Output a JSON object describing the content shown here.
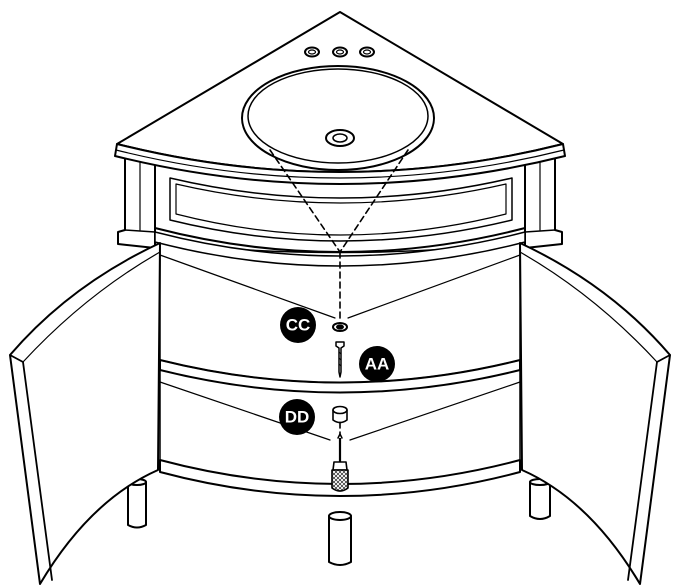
{
  "diagram": {
    "type": "assembly-illustration",
    "subject": "corner-vanity-cabinet",
    "callouts": [
      {
        "id": "cc",
        "label": "CC"
      },
      {
        "id": "aa",
        "label": "AA"
      },
      {
        "id": "dd",
        "label": "DD"
      }
    ]
  },
  "colors": {
    "line": "#000000",
    "fill": "#ffffff",
    "callout_bg": "#000000",
    "callout_text": "#ffffff"
  }
}
